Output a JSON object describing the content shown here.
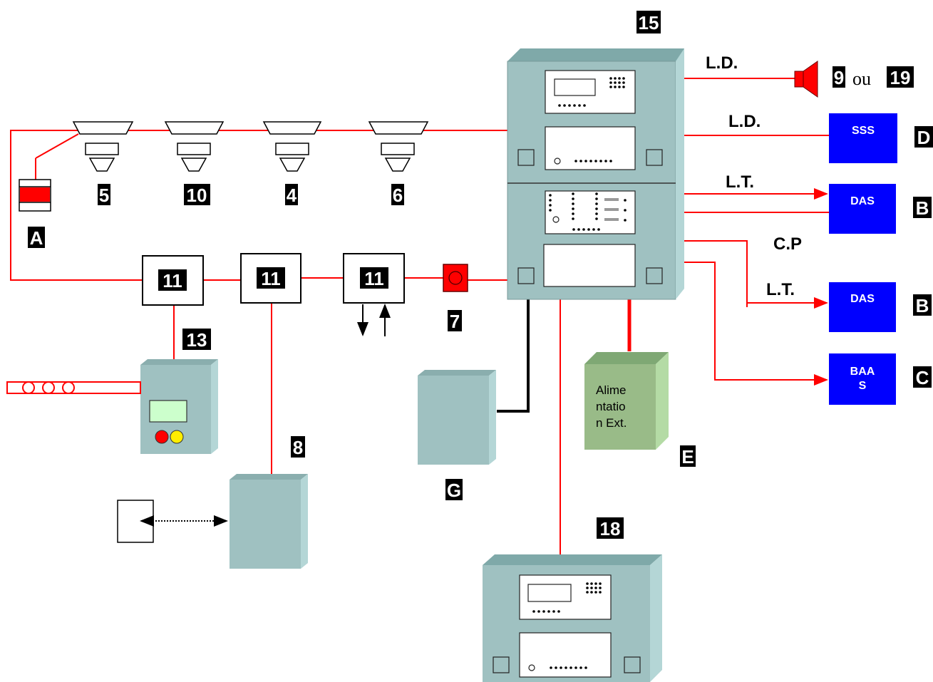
{
  "markers": {
    "m15": "15",
    "m9": "9",
    "ou": "ou",
    "m19": "19",
    "m5": "5",
    "m10": "10",
    "m4": "4",
    "m6": "6",
    "mA": "A",
    "m11a": "11",
    "m11b": "11",
    "m11c": "11",
    "m7": "7",
    "m13": "13",
    "m8": "8",
    "mG": "G",
    "mE": "E",
    "m18": "18",
    "mD": "D",
    "mB1": "B",
    "mB2": "B",
    "mC": "C"
  },
  "links": {
    "ld1": "L.D.",
    "ld2": "L.D.",
    "lt1": "L.T.",
    "cp": "C.P",
    "lt2": "L.T."
  },
  "boxes": {
    "sss": "SSS",
    "das1": "DAS",
    "das2": "DAS",
    "baas_line1": "BAA",
    "baas_line2": "S"
  },
  "alimentation": {
    "line1": "Alime",
    "line2": "ntatio",
    "line3": "n Ext."
  },
  "colors": {
    "wire": "#ff0000",
    "cabinet": "#9fc1c1",
    "cabinet_top": "#8aaeae",
    "cabinet_side": "#b4d6d6",
    "blue_box": "#0000ff",
    "power": "#99bb88",
    "power_side": "#b4dba5",
    "power_top": "#7fa874"
  }
}
